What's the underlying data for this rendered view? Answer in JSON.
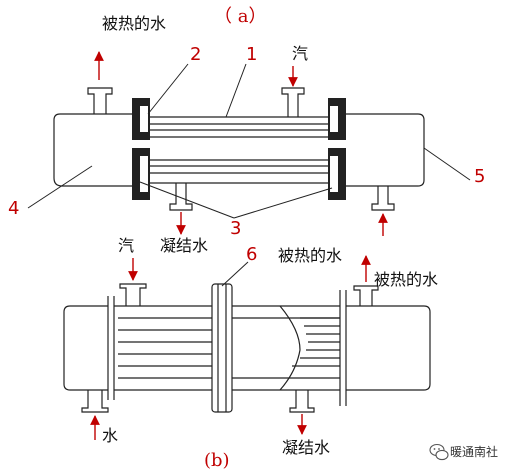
{
  "labels": {
    "heated_water_a": "被热的水",
    "steam_a": "汽",
    "condensate_a": "凝结水",
    "sub_a": "（ a）",
    "num_1": "1",
    "num_2": "2",
    "num_3": "3",
    "num_4": "4",
    "num_5": "5",
    "num_6": "6",
    "steam_b": "汽",
    "heated_water_b_left": "被热的水",
    "heated_water_b_right": "被热的水",
    "water_b": "水",
    "condensate_b": "凝结水",
    "sub_b": "(b)"
  },
  "watermark": "暖通南社",
  "colors": {
    "line": "#222222",
    "arrow": "#c00000",
    "flange": "#222222"
  },
  "icons": [
    "wechat-icon"
  ]
}
